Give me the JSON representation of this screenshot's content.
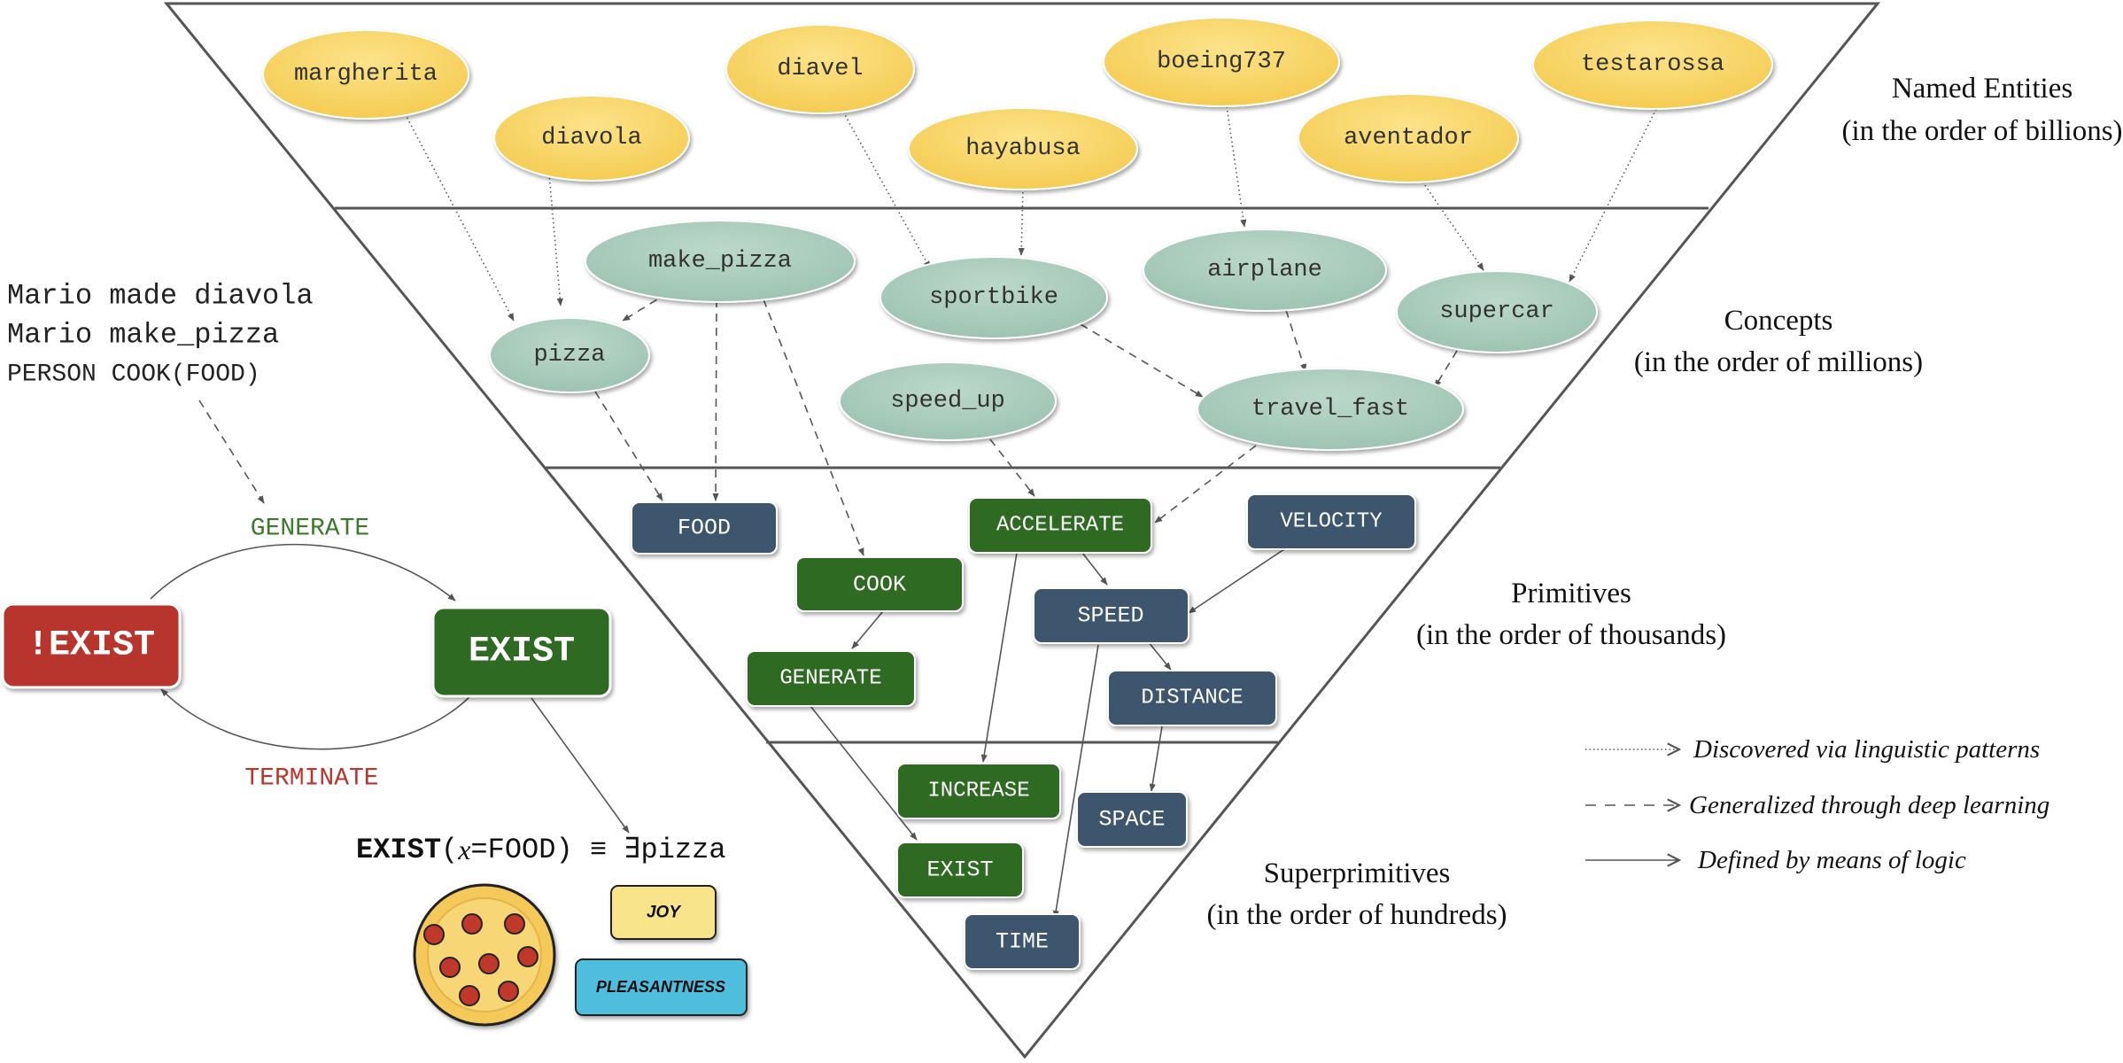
{
  "colors": {
    "entity": "#F8D462",
    "concept": "#A9CBBC",
    "primitive_dark": "#3E566E",
    "primitive_green": "#2E6B21",
    "exist_red": "#B8362D",
    "generate_green": "#3A7A2A",
    "terminate_red": "#B8362D",
    "joy": "#F8E48A",
    "pleasantness": "#4FBEDD",
    "pizza_crust": "#F4C95A",
    "pepperoni": "#C0392B"
  },
  "layers": {
    "named_entities": {
      "title": "Named Entities",
      "subtitle": "(in the order of billions)"
    },
    "concepts": {
      "title": "Concepts",
      "subtitle": "(in the order of millions)"
    },
    "primitives": {
      "title": "Primitives",
      "subtitle": "(in the order of thousands)"
    },
    "superprimitives": {
      "title": "Superprimitives",
      "subtitle": "(in the order of hundreds)"
    }
  },
  "entities": {
    "margherita": "margherita",
    "diavola": "diavola",
    "diavel": "diavel",
    "hayabusa": "hayabusa",
    "boeing737": "boeing737",
    "aventador": "aventador",
    "testarossa": "testarossa"
  },
  "concepts": {
    "pizza": "pizza",
    "make_pizza": "make_pizza",
    "sportbike": "sportbike",
    "airplane": "airplane",
    "supercar": "supercar",
    "speed_up": "speed_up",
    "travel_fast": "travel_fast"
  },
  "primitives": {
    "food": "FOOD",
    "cook": "COOK",
    "generate": "GENERATE",
    "accelerate": "ACCELERATE",
    "velocity": "VELOCITY",
    "speed": "SPEED",
    "distance": "DISTANCE"
  },
  "superprimitives": {
    "increase": "INCREASE",
    "exist": "EXIST",
    "space": "SPACE",
    "time": "TIME"
  },
  "example": {
    "line1": "Mario made diavola",
    "line2": "Mario make_pizza",
    "line3": "PERSON COOK(FOOD)"
  },
  "cycle": {
    "not_exist": "!EXIST",
    "exist": "EXIST",
    "generate": "GENERATE",
    "terminate": "TERMINATE"
  },
  "formula": {
    "exist": "EXIST",
    "open": "(",
    "var": "x",
    "eq_food": "=FOOD)",
    "equiv": " ≡ ∃pizza"
  },
  "tags": {
    "joy": "JOY",
    "pleasantness": "PLEASANTNESS"
  },
  "legend": {
    "dotted": "Discovered via linguistic patterns",
    "dashed": "Generalized through deep learning",
    "solid": "Defined by means of logic"
  }
}
